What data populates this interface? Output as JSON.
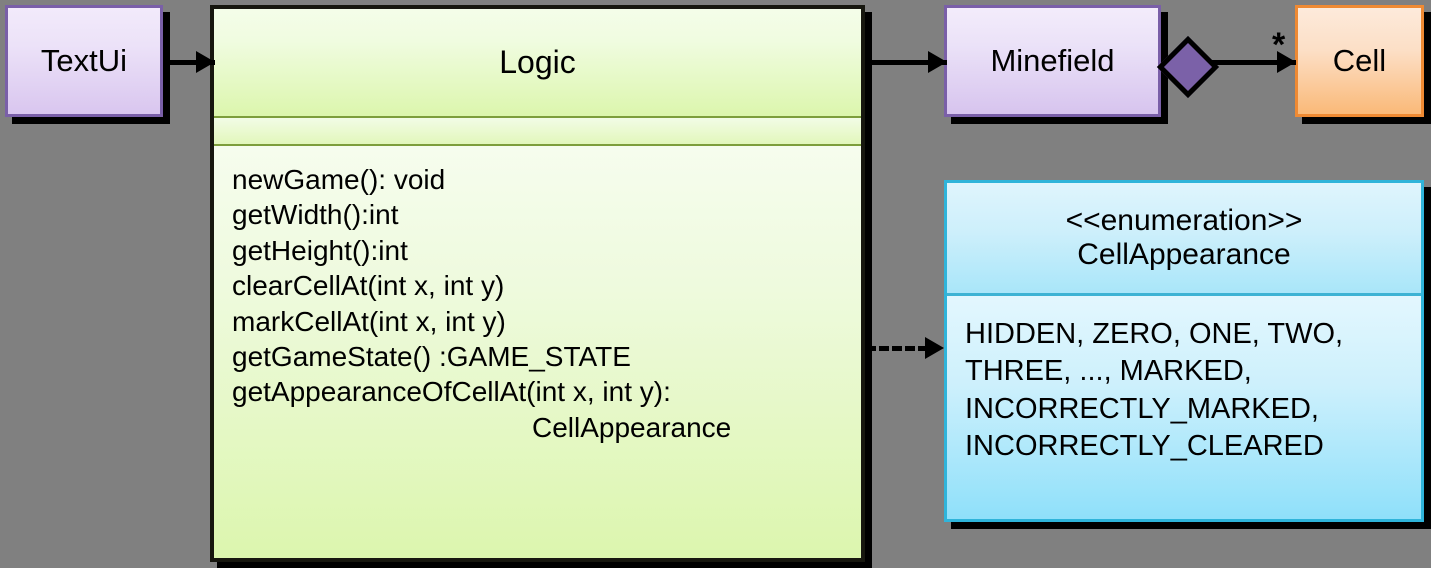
{
  "diagram": {
    "kind": "uml-class-diagram",
    "background_color": "#808080"
  },
  "classes": {
    "textui": {
      "name": "TextUi",
      "border_color": "#7a5fa8",
      "fill_top": "#f2eafb",
      "fill_bottom": "#d9c6ef"
    },
    "logic": {
      "name": "Logic",
      "border_color": "#17170f",
      "fill_top": "#f4fde9",
      "fill_bottom": "#dcf6ad",
      "attributes": [],
      "methods": [
        "newGame(): void",
        "getWidth():int",
        "getHeight():int",
        "clearCellAt(int x, int y)",
        "markCellAt(int x, int y)",
        "getGameState() :GAME_STATE",
        "getAppearanceOfCellAt(int x, int y):",
        "CellAppearance"
      ]
    },
    "minefield": {
      "name": "Minefield",
      "border_color": "#7a5fa8",
      "fill_top": "#f3ecfb",
      "fill_bottom": "#d7c4ee"
    },
    "cell": {
      "name": "Cell",
      "border_color": "#ef8a33",
      "fill_top": "#fdeadb",
      "fill_bottom": "#fab978"
    },
    "cell_appearance": {
      "stereotype": "<<enumeration>>",
      "name": "CellAppearance",
      "border_color": "#2fb4da",
      "fill_top": "#dff5fd",
      "fill_bottom": "#8fe0fa",
      "values_lines": [
        "HIDDEN, ZERO, ONE, TWO,",
        "THREE, ..., MARKED,",
        "INCORRECTLY_MARKED,",
        "INCORRECTLY_CLEARED"
      ]
    }
  },
  "relationships": {
    "textui_to_logic": {
      "type": "association",
      "style": "solid-arrow",
      "from": "TextUi",
      "to": "Logic",
      "label": ""
    },
    "logic_to_minefield": {
      "type": "association",
      "style": "solid-arrow",
      "from": "Logic",
      "to": "Minefield",
      "label": ""
    },
    "minefield_to_cell": {
      "type": "composition",
      "style": "filled-diamond-arrow",
      "from": "Minefield",
      "to": "Cell",
      "multiplicity": "*",
      "diamond_color": "#7b61a8"
    },
    "logic_to_cellappearance": {
      "type": "dependency",
      "style": "dashed-arrow",
      "from": "Logic",
      "to": "CellAppearance",
      "label": ""
    }
  }
}
